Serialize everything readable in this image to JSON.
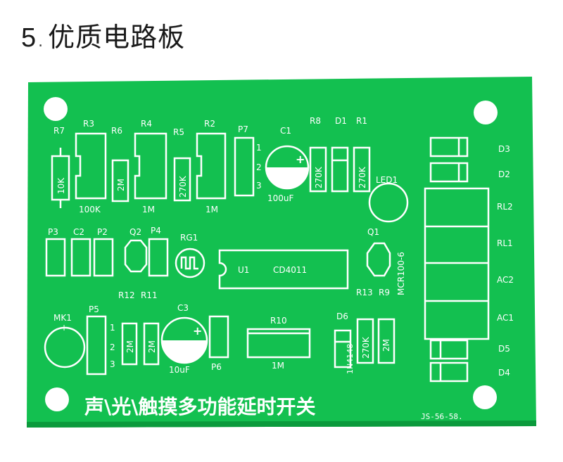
{
  "heading": {
    "number": "5",
    "title": "优质电路板"
  },
  "colors": {
    "board": "#13c050",
    "board_dark": "#0b9a3c",
    "silk": "#ffffff",
    "hole": "#ffffff"
  },
  "labels": {
    "R7": "R7",
    "R3": "R3",
    "R6": "R6",
    "R4": "R4",
    "R5": "R5",
    "R2": "R2",
    "P7": "P7",
    "C1": "C1",
    "R8": "R8",
    "D1": "D1",
    "R1": "R1",
    "D3": "D3",
    "D2": "D2",
    "v10K": "10K",
    "v2M_a": "2M",
    "v270K_a": "270K",
    "v270K_b": "270K",
    "v270K_c": "270K",
    "v100K": "100K",
    "v1M_a": "1M",
    "v1M_b": "1M",
    "v100uF": "100uF",
    "p1": "1",
    "p2": "2",
    "p3": "3",
    "LED1": "LED1",
    "RL2": "RL2",
    "RL1": "RL1",
    "AC2": "AC2",
    "AC1": "AC1",
    "P3": "P3",
    "C2": "C2",
    "P2": "P2",
    "Q2": "Q2",
    "P4": "P4",
    "RG1": "RG1",
    "U1": "U1",
    "CD4011": "CD4011",
    "Q1": "Q1",
    "MCR": "MCR100-6",
    "R12": "R12",
    "R11": "R11",
    "C3": "C3",
    "R13": "R13",
    "R9": "R9",
    "MK1": "MK1",
    "P5": "P5",
    "q1": "1",
    "q2": "2",
    "q3": "3",
    "v2M_b": "2M",
    "v2M_c": "2M",
    "v2M_d": "2M",
    "v10uF": "10uF",
    "P6": "P6",
    "R10": "R10",
    "v1M_c": "1M",
    "D6": "D6",
    "N4148": "1N4148",
    "D5": "D5",
    "D4": "D4",
    "board_title": "声\\光\\触摸多功能延时开关",
    "board_code": "JS-56-58."
  }
}
